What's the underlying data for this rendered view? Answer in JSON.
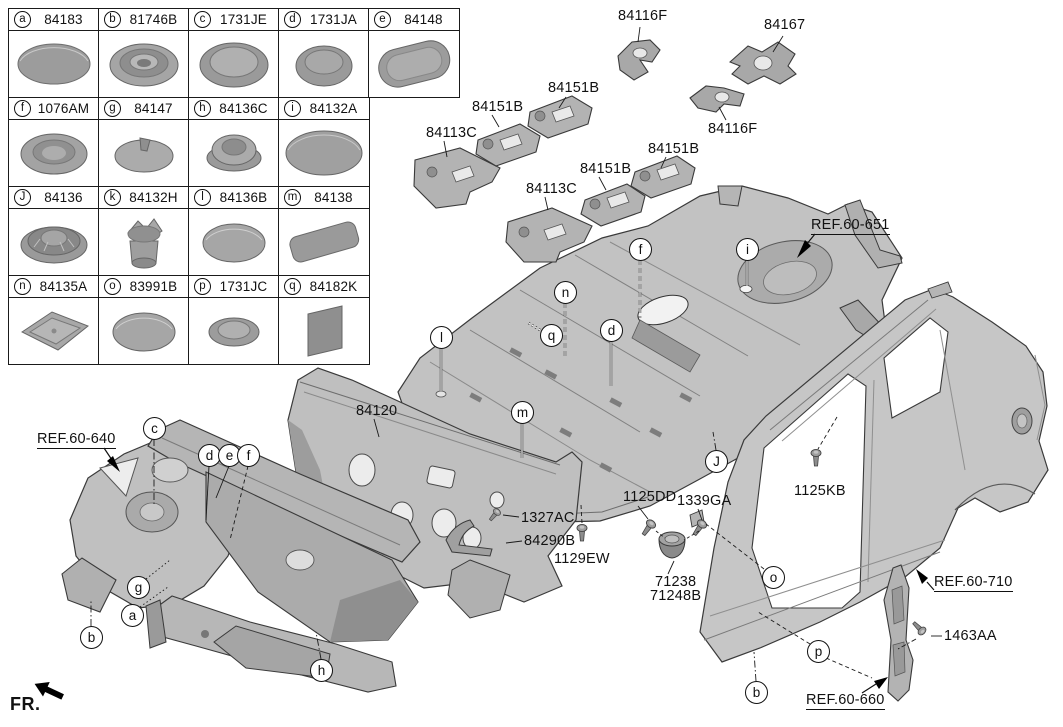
{
  "fr_label": "FR.",
  "plug_table": {
    "cells": [
      {
        "letter": "a",
        "part": "84183",
        "shape": "disc"
      },
      {
        "letter": "b",
        "part": "81746B",
        "shape": "grommet"
      },
      {
        "letter": "c",
        "part": "1731JE",
        "shape": "cap"
      },
      {
        "letter": "d",
        "part": "1731JA",
        "shape": "capsm"
      },
      {
        "letter": "e",
        "part": "84148",
        "shape": "oval"
      },
      {
        "letter": "f",
        "part": "1076AM",
        "shape": "ring"
      },
      {
        "letter": "g",
        "part": "84147",
        "shape": "cone"
      },
      {
        "letter": "h",
        "part": "84136C",
        "shape": "domering"
      },
      {
        "letter": "i",
        "part": "84132A",
        "shape": "disclg"
      },
      {
        "letter": "J",
        "part": "84136",
        "shape": "ribbed"
      },
      {
        "letter": "k",
        "part": "84132H",
        "shape": "spool"
      },
      {
        "letter": "l",
        "part": "84136B",
        "shape": "dome"
      },
      {
        "letter": "m",
        "part": "84138",
        "shape": "pad"
      },
      {
        "letter": "n",
        "part": "84135A",
        "shape": "tray"
      },
      {
        "letter": "o",
        "part": "83991B",
        "shape": "dome"
      },
      {
        "letter": "p",
        "part": "1731JC",
        "shape": "plugsm"
      },
      {
        "letter": "q",
        "part": "84182K",
        "shape": "sheet"
      }
    ]
  },
  "labels": {
    "l84116f_a": "84116F",
    "l84167": "84167",
    "l84151b_a": "84151B",
    "l84151b_b": "84151B",
    "l84113c_a": "84113C",
    "l84116f_b": "84116F",
    "l84151b_c": "84151B",
    "l84151b_d": "84151B",
    "l84113c_b": "84113C",
    "l84120": "84120",
    "l1327ac": "1327AC",
    "l84290b": "84290B",
    "l1129ew": "1129EW",
    "l1125dd": "1125DD",
    "l1339ga": "1339GA",
    "l71238": "71238",
    "l71248b": "71248B",
    "l1125kb": "1125KB",
    "l1463aa": "1463AA"
  },
  "refs": {
    "ref651": "REF.60-651",
    "ref640": "REF.60-640",
    "ref710": "REF.60-710",
    "ref660": "REF.60-660"
  },
  "callouts": {
    "dash_c": "c",
    "dash_d": "d",
    "dash_e": "e",
    "dash_f": "f",
    "dash_g": "g",
    "dash_a": "a",
    "dash_b": "b",
    "dash_h": "h",
    "floor_f": "f",
    "floor_i": "i",
    "floor_n": "n",
    "floor_q": "q",
    "floor_d": "d",
    "floor_l": "l",
    "floor_m": "m",
    "floor_j": "J",
    "side_o": "o",
    "side_p": "p",
    "side_b": "b"
  },
  "colors": {
    "part_fill": "#c2c2c2",
    "part_fill_dark": "#a8a8a8",
    "outline": "#3a3a3a",
    "text": "#111111"
  }
}
